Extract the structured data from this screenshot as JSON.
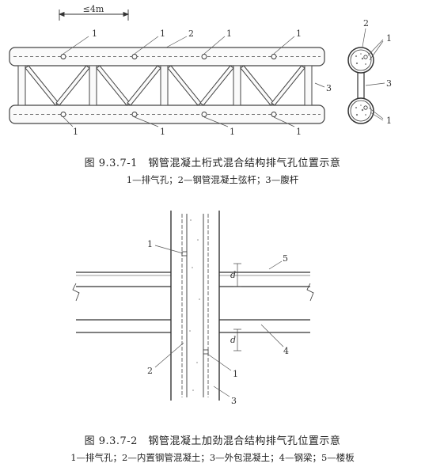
{
  "figure1": {
    "spacing_label": "≤4m",
    "labels": {
      "vent": "1",
      "chord": "2",
      "web": "3"
    },
    "caption": "图 9.3.7-1　钢管混凝土桁式混合结构排气孔位置示意",
    "legend": "1—排气孔；2—钢管混凝土弦杆；3—腹杆"
  },
  "figure2": {
    "labels": {
      "vent": "1",
      "inner": "2",
      "outer": "3",
      "beam": "4",
      "slab": "5",
      "dim": "d"
    },
    "caption": "图 9.3.7-2　钢管混凝土加劲混合结构排气孔位置示意",
    "legend": "1—排气孔；2—内置钢管混凝土；3—外包混凝土；4—钢梁；5—楼板"
  }
}
